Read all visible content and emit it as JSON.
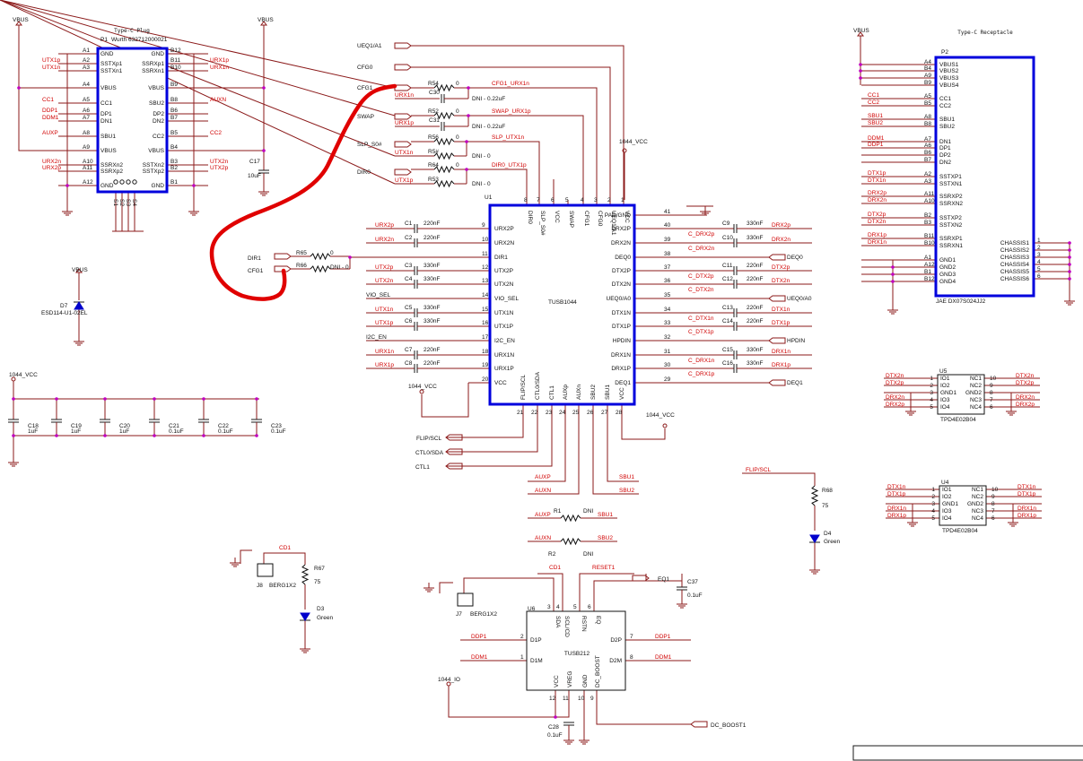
{
  "plug": {
    "title": "Type-C Plug",
    "ref": "P1",
    "part": "Wurth 632712000021",
    "net_vbus": "VBUS",
    "left_pins": [
      {
        "num": "A1",
        "name": "GND",
        "net": ""
      },
      {
        "num": "A2",
        "name": "SSTXp1",
        "net": "UTX1p"
      },
      {
        "num": "A3",
        "name": "SSTXn1",
        "net": "UTX1n"
      },
      {
        "num": "A4",
        "name": "VBUS",
        "net": ""
      },
      {
        "num": "A5",
        "name": "CC1",
        "net": "CC1"
      },
      {
        "num": "A6",
        "name": "DP1",
        "net": "DDP1"
      },
      {
        "num": "A7",
        "name": "DN1",
        "net": "DDM1"
      },
      {
        "num": "A8",
        "name": "SBU1",
        "net": "AUXP"
      },
      {
        "num": "A9",
        "name": "VBUS",
        "net": ""
      },
      {
        "num": "A10",
        "name": "SSRXn2",
        "net": "URX2n"
      },
      {
        "num": "A11",
        "name": "SSRXp2",
        "net": "URX2p"
      },
      {
        "num": "A12",
        "name": "GND",
        "net": ""
      }
    ],
    "right_pins": [
      {
        "num": "B12",
        "name": "GND",
        "net": ""
      },
      {
        "num": "B11",
        "name": "SSRXp1",
        "net": "URX1p"
      },
      {
        "num": "B10",
        "name": "SSRXn1",
        "net": "URX1n"
      },
      {
        "num": "B9",
        "name": "VBUS",
        "net": ""
      },
      {
        "num": "B8",
        "name": "SBU2",
        "net": "AUXN"
      },
      {
        "num": "B6",
        "name": "DP2",
        "net": ""
      },
      {
        "num": "B7",
        "name": "DN2",
        "net": ""
      },
      {
        "num": "B5",
        "name": "CC2",
        "net": "CC2"
      },
      {
        "num": "B4",
        "name": "VBUS",
        "net": ""
      },
      {
        "num": "B3",
        "name": "SSTXn2",
        "net": "UTX2n"
      },
      {
        "num": "B2",
        "name": "SSTXp2",
        "net": "UTX2p"
      },
      {
        "num": "B1",
        "name": "GND",
        "net": ""
      }
    ],
    "shield_pins": [
      "S1",
      "S2",
      "S3",
      "S4"
    ],
    "cap_ref": "C17",
    "cap_val": "10uF"
  },
  "receptacle": {
    "title": "Type-C Receptacle",
    "ref": "P2",
    "part": "JAE DX07S024JJ2",
    "net_vbus": "VBUS",
    "pins": [
      {
        "num": "A4",
        "name": "VBUS1",
        "net": ""
      },
      {
        "num": "B4",
        "name": "VBUS2",
        "net": ""
      },
      {
        "num": "A9",
        "name": "VBUS3",
        "net": ""
      },
      {
        "num": "B9",
        "name": "VBUS4",
        "net": ""
      },
      {
        "num": "A5",
        "name": "CC1",
        "net": "CC1"
      },
      {
        "num": "B5",
        "name": "CC2",
        "net": "CC2"
      },
      {
        "num": "A8",
        "name": "SBU1",
        "net": "SBU1"
      },
      {
        "num": "B8",
        "name": "SBU2",
        "net": "SBU2"
      },
      {
        "num": "A7",
        "name": "DN1",
        "net": "DDM1"
      },
      {
        "num": "A6",
        "name": "DP1",
        "net": "DDP1"
      },
      {
        "num": "B6",
        "name": "DP2",
        "net": ""
      },
      {
        "num": "B7",
        "name": "DN2",
        "net": ""
      },
      {
        "num": "A2",
        "name": "SSTXP1",
        "net": "DTX1p"
      },
      {
        "num": "A3",
        "name": "SSTXN1",
        "net": "DTX1n"
      },
      {
        "num": "A11",
        "name": "SSRXP2",
        "net": "DRX2p"
      },
      {
        "num": "A10",
        "name": "SSRXN2",
        "net": "DRX2n"
      },
      {
        "num": "B2",
        "name": "SSTXP2",
        "net": "DTX2p"
      },
      {
        "num": "B3",
        "name": "SSTXN2",
        "net": "DTX2n"
      },
      {
        "num": "B11",
        "name": "SSRXP1",
        "net": "DRX1p"
      },
      {
        "num": "B10",
        "name": "SSRXN1",
        "net": "DRX1n"
      },
      {
        "num": "A1",
        "name": "GND1",
        "net": ""
      },
      {
        "num": "A12",
        "name": "GND2",
        "net": ""
      },
      {
        "num": "B1",
        "name": "GND3",
        "net": ""
      },
      {
        "num": "B12",
        "name": "GND4",
        "net": ""
      }
    ],
    "chassis": [
      {
        "name": "CHASSIS1",
        "num": "1"
      },
      {
        "name": "CHASSIS2",
        "num": "2"
      },
      {
        "name": "CHASSIS3",
        "num": "3"
      },
      {
        "name": "CHASSIS4",
        "num": "4"
      },
      {
        "name": "CHASSIS5",
        "num": "5"
      },
      {
        "name": "CHASSIS6",
        "num": "6"
      }
    ]
  },
  "main_ic": {
    "ref": "U1",
    "part": "TUSB1044",
    "left_pins": [
      {
        "num": "9",
        "name": "URX2P",
        "net": "URX2p",
        "cap": "C1",
        "val": "220nF"
      },
      {
        "num": "10",
        "name": "URX2N",
        "net": "URX2n",
        "cap": "C2",
        "val": "220nF"
      },
      {
        "num": "11",
        "name": "DIR1",
        "net": "",
        "cap": "",
        "val": ""
      },
      {
        "num": "12",
        "name": "UTX2P",
        "net": "UTX2p",
        "cap": "C3",
        "val": "330nF"
      },
      {
        "num": "13",
        "name": "UTX2N",
        "net": "UTX2n",
        "cap": "C4",
        "val": "330nF"
      },
      {
        "num": "14",
        "name": "VIO_SEL",
        "net": "VIO_SEL",
        "cap": "",
        "val": ""
      },
      {
        "num": "15",
        "name": "UTX1N",
        "net": "UTX1n",
        "cap": "C5",
        "val": "330nF"
      },
      {
        "num": "16",
        "name": "UTX1P",
        "net": "UTX1p",
        "cap": "C6",
        "val": "330nF"
      },
      {
        "num": "17",
        "name": "I2C_EN",
        "net": "I2C_EN",
        "cap": "",
        "val": ""
      },
      {
        "num": "18",
        "name": "URX1N",
        "net": "URX1n",
        "cap": "C7",
        "val": "220nF"
      },
      {
        "num": "19",
        "name": "URX1P",
        "net": "URX1p",
        "cap": "C8",
        "val": "220nF"
      },
      {
        "num": "20",
        "name": "VCC",
        "net": "1044_VCC",
        "cap": "",
        "val": ""
      }
    ],
    "right_pins": [
      {
        "num": "41",
        "name": "PAD/GND",
        "net": "",
        "cap": "",
        "val": ""
      },
      {
        "num": "40",
        "name": "DRX2P",
        "net": "DRX2p",
        "cnet": "C_DRX2p",
        "cap": "C9",
        "val": "330nF"
      },
      {
        "num": "39",
        "name": "DRX2N",
        "net": "DRX2n",
        "cnet": "C_DRX2n",
        "cap": "C10",
        "val": "330nF"
      },
      {
        "num": "38",
        "name": "DEQ0",
        "net": "DEQ0",
        "cnet": "",
        "cap": "",
        "val": ""
      },
      {
        "num": "37",
        "name": "DTX2P",
        "net": "DTX2p",
        "cnet": "C_DTX2p",
        "cap": "C11",
        "val": "220nF"
      },
      {
        "num": "36",
        "name": "DTX2N",
        "net": "DTX2n",
        "cnet": "C_DTX2n",
        "cap": "C12",
        "val": "220nF"
      },
      {
        "num": "35",
        "name": "UEQ0/A0",
        "net": "UEQ0/A0",
        "cnet": "",
        "cap": "",
        "val": ""
      },
      {
        "num": "34",
        "name": "DTX1N",
        "net": "DTX1n",
        "cnet": "C_DTX1n",
        "cap": "C13",
        "val": "220nF"
      },
      {
        "num": "33",
        "name": "DTX1P",
        "net": "DTX1p",
        "cnet": "C_DTX1p",
        "cap": "C14",
        "val": "220nF"
      },
      {
        "num": "32",
        "name": "HPDIN",
        "net": "HPDIN",
        "cnet": "",
        "cap": "",
        "val": ""
      },
      {
        "num": "31",
        "name": "DRX1N",
        "net": "DRX1n",
        "cnet": "C_DRX1n",
        "cap": "C15",
        "val": "330nF"
      },
      {
        "num": "30",
        "name": "DRX1P",
        "net": "DRX1p",
        "cnet": "C_DRX1p",
        "cap": "C16",
        "val": "330nF"
      },
      {
        "num": "29",
        "name": "DEQ1",
        "net": "DEQ1",
        "cnet": "",
        "cap": "",
        "val": ""
      }
    ],
    "top_pins": [
      {
        "num": "8",
        "name": "DIR0"
      },
      {
        "num": "7",
        "name": "SLP_S0#"
      },
      {
        "num": "6",
        "name": "VCC"
      },
      {
        "num": "5",
        "name": "SWAP"
      },
      {
        "num": "4",
        "name": "CFG1"
      },
      {
        "num": "3",
        "name": "CFG0"
      },
      {
        "num": "2",
        "name": "UEQ1/A1"
      },
      {
        "num": "1",
        "name": "VCC"
      }
    ],
    "bottom_pins": [
      {
        "num": "21",
        "name": "FLIP/SCL"
      },
      {
        "num": "22",
        "name": "CTL0/SDA"
      },
      {
        "num": "23",
        "name": "CTL1"
      },
      {
        "num": "24",
        "name": "AUXp"
      },
      {
        "num": "25",
        "name": "AUXn"
      },
      {
        "num": "26",
        "name": "SBU2"
      },
      {
        "num": "27",
        "name": "SBU1"
      },
      {
        "num": "28",
        "name": "VCC"
      }
    ],
    "vcc_net": "1044_VCC",
    "bottom_nets": [
      "FLIP/SCL",
      "CTL0/SDA",
      "CTL1"
    ],
    "aux_nets": [
      "AUXP",
      "AUXN",
      "SBU1",
      "SBU2"
    ]
  },
  "strap": {
    "ports": [
      "UEQ1/A1",
      "CFG0",
      "CFG1",
      "SWAP",
      "SLP_S0#",
      "DIR0"
    ],
    "rows": [
      {
        "res": "R54",
        "val": "0",
        "net": "CFG1_URX1n",
        "in": "URX1n",
        "cap": "C30",
        "cval": "DNI - 0.22uF"
      },
      {
        "res": "R52",
        "val": "0",
        "net": "SWAP_URX1p",
        "in": "URX1p",
        "cap": "C31",
        "cval": "DNI - 0.22uF"
      },
      {
        "res": "R56",
        "val": "0",
        "net": "SLP_UTX1n",
        "in": "",
        "cap": "",
        "cval": ""
      },
      {
        "res": "R5#",
        "val": "DNI - 0",
        "net": "",
        "in": "UTX1n",
        "cap": "",
        "cval": ""
      },
      {
        "res": "R64",
        "val": "0",
        "net": "DIR0_UTX1p",
        "in": "",
        "cap": "",
        "cval": ""
      },
      {
        "res": "R53",
        "val": "DNI - 0",
        "net": "",
        "in": "UTX1p",
        "cap": "",
        "cval": ""
      }
    ],
    "vcc_label": "1044_VCC",
    "dir_rows": [
      {
        "port": "DIR1",
        "res": "R65",
        "val": "0"
      },
      {
        "port": "CFG1",
        "res": "R66",
        "val": "DNI - 0"
      }
    ]
  },
  "vbus_esd": {
    "net": "VBUS",
    "ref": "D7",
    "part": "ESD114-U1-02EL"
  },
  "decoupling": {
    "net": "1044_VCC",
    "caps": [
      {
        "ref": "C18",
        "val": "1uF"
      },
      {
        "ref": "C19",
        "val": "1uF"
      },
      {
        "ref": "C20",
        "val": "1uF"
      },
      {
        "ref": "C21",
        "val": "0.1uF"
      },
      {
        "ref": "C22",
        "val": "0.1uF"
      },
      {
        "ref": "C23",
        "val": "0.1uF"
      }
    ]
  },
  "j8": {
    "ref": "J8",
    "part": "BERG1X2",
    "net": "CD1",
    "res": "R67",
    "rval": "75",
    "led": "D3",
    "lval": "Green"
  },
  "aux_res": [
    {
      "ref": "R1",
      "val": "DNI",
      "a": "AUXP",
      "b": "SBU1"
    },
    {
      "ref": "R2",
      "val": "DNI",
      "a": "AUXN",
      "b": "SBU2"
    }
  ],
  "flip_led": {
    "net": "FLIP/SCL",
    "res": "R68",
    "rval": "75",
    "led": "D4",
    "lval": "Green"
  },
  "redriver": {
    "ref": "U6",
    "part": "TUSB212",
    "top_pins": [
      {
        "num": "3",
        "name": "SDA"
      },
      {
        "num": "4",
        "name": "SCL/CD"
      },
      {
        "num": "5",
        "name": "RSTN"
      },
      {
        "num": "6",
        "name": "EQ"
      }
    ],
    "left_pins": [
      {
        "num": "2",
        "name": "D1P",
        "net": "DDP1"
      },
      {
        "num": "1",
        "name": "D1M",
        "net": "DDM1"
      }
    ],
    "right_pins": [
      {
        "num": "7",
        "name": "D2P",
        "net": "DDP1"
      },
      {
        "num": "8",
        "name": "D2M",
        "net": "DDM1"
      }
    ],
    "bottom_pins": [
      {
        "num": "12",
        "name": "VCC"
      },
      {
        "num": "11",
        "name": "VREG"
      },
      {
        "num": "10",
        "name": "GND"
      },
      {
        "num": "9",
        "name": "DC_BOOST"
      }
    ],
    "cd_net": "CD1",
    "reset_net": "RESET1",
    "eq_net": "EQ1",
    "eq_cap": "C37",
    "eq_cval": "0.1uF",
    "j7": "J7",
    "j7part": "BERG1X2",
    "vcc_net": "1044_IO",
    "c28": "C28",
    "c28val": "0.1uF",
    "boost_net": "DC_BOOST1"
  },
  "u5": {
    "ref": "U5",
    "part": "TPD4E02B04",
    "left": [
      {
        "net": "DTX2n",
        "num": "1",
        "name": "IO1"
      },
      {
        "net": "DTX2p",
        "num": "2",
        "name": "IO2"
      },
      {
        "net": "",
        "num": "3",
        "name": "GND1"
      },
      {
        "net": "DRX2n",
        "num": "4",
        "name": "IO3"
      },
      {
        "net": "DRX2p",
        "num": "5",
        "name": "IO4"
      }
    ],
    "right": [
      {
        "net": "DTX2n",
        "num": "10",
        "name": "NC1"
      },
      {
        "net": "DTX2p",
        "num": "9",
        "name": "NC2"
      },
      {
        "net": "",
        "num": "8",
        "name": "GND2"
      },
      {
        "net": "DRX2n",
        "num": "7",
        "name": "NC3"
      },
      {
        "net": "DRX2p",
        "num": "6",
        "name": "NC4"
      }
    ]
  },
  "u4": {
    "ref": "U4",
    "part": "TPD4E02B04",
    "left": [
      {
        "net": "DTX1n",
        "num": "1",
        "name": "IO1"
      },
      {
        "net": "DTX1p",
        "num": "2",
        "name": "IO2"
      },
      {
        "net": "",
        "num": "3",
        "name": "GND1"
      },
      {
        "net": "DRX1n",
        "num": "4",
        "name": "IO3"
      },
      {
        "net": "DRX1p",
        "num": "5",
        "name": "IO4"
      }
    ],
    "right": [
      {
        "net": "DTX1n",
        "num": "10",
        "name": "NC1"
      },
      {
        "net": "DTX1p",
        "num": "9",
        "name": "NC2"
      },
      {
        "net": "",
        "num": "8",
        "name": "GND2"
      },
      {
        "net": "DRX1n",
        "num": "7",
        "name": "NC3"
      },
      {
        "net": "DRX1p",
        "num": "6",
        "name": "NC4"
      }
    ]
  },
  "colors": {
    "wire": "#8b1a1a",
    "chip": "#0000dd",
    "net": "#d00000",
    "annotation": "#e00000",
    "junction": "#c000c0"
  }
}
